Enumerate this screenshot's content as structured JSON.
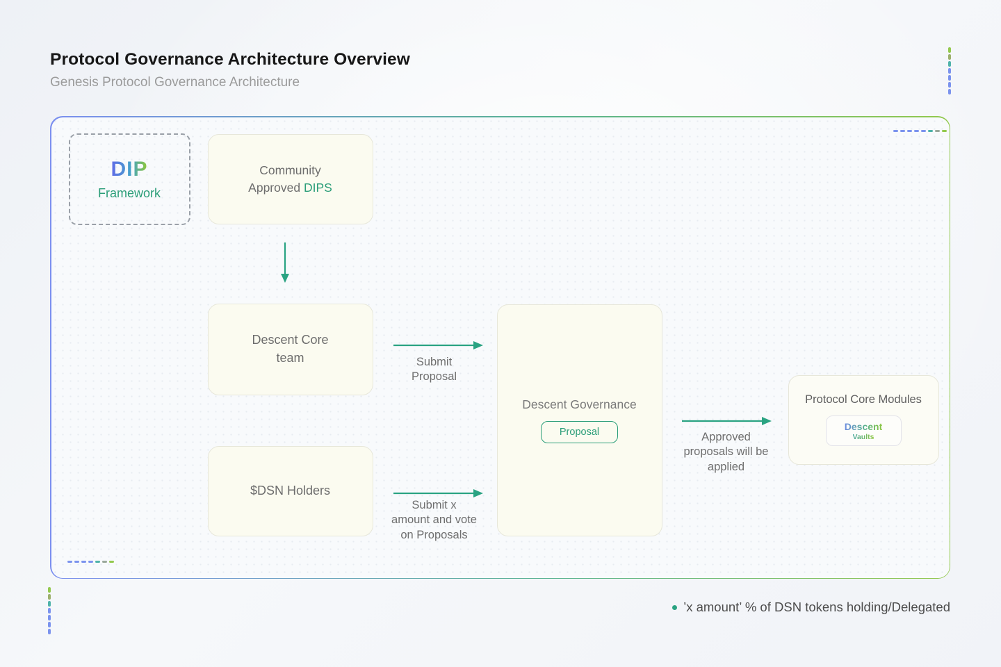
{
  "header": {
    "title": "Protocol Governance Architecture Overview",
    "subtitle": "Genesis Protocol Governance Architecture"
  },
  "diagram": {
    "dip_framework": {
      "acronym": "DIP",
      "label": "Framework"
    },
    "community_approved": {
      "line1": "Community",
      "line2_prefix": "Approved ",
      "line2_highlight": "DIPS"
    },
    "core_team": {
      "line1": "Descent Core",
      "line2": "team"
    },
    "dsn_holders": {
      "label": "$DSN Holders"
    },
    "governance": {
      "label": "Descent Governance",
      "pill_label": "Proposal"
    },
    "protocol_modules": {
      "label": "Protocol Core Modules",
      "module": {
        "name": "Descent",
        "sub": "Vaults"
      }
    },
    "arrow_labels": {
      "submit_proposal_lines": [
        "Submit",
        "Proposal"
      ],
      "submit_vote_lines": [
        "Submit x",
        "amount and vote",
        "on Proposals"
      ],
      "approved_lines": [
        "Approved",
        "proposals will be",
        "applied"
      ]
    }
  },
  "legend": {
    "text": "’x amount’ % of DSN tokens holding/Delegated"
  },
  "colors": {
    "accent_teal": "#2aa382",
    "accent_green": "#93c94e",
    "accent_blue": "#7b8ff0",
    "dash_gray": "#9aa89b",
    "box_fill": "#fbfbf0",
    "board_border_gradient": [
      "#7b8ff0",
      "#93c94e"
    ]
  }
}
